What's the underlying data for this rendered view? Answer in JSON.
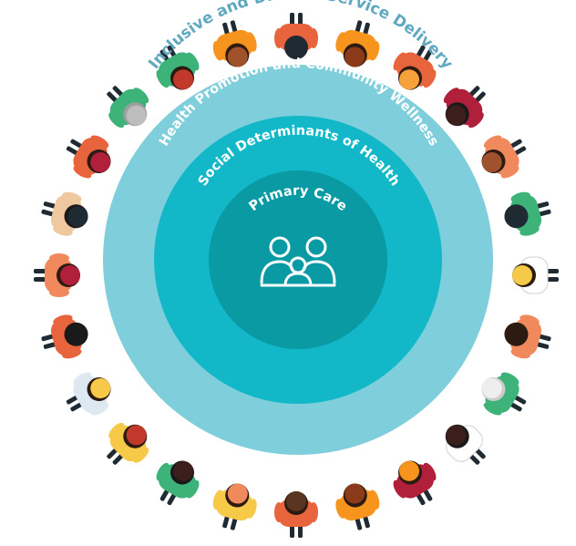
{
  "rings": {
    "outer": {
      "label": "Inclusive and Diverse Service Delivery",
      "color": "#5fa8bf"
    },
    "band1": {
      "label": "Health Promotion and Community Wellness",
      "color": "#7fcedb"
    },
    "band2": {
      "label": "Social Determinants of Health",
      "color": "#12b8c8"
    },
    "core": {
      "label": "Primary Care",
      "color": "#0a9aa3"
    }
  },
  "center_icon": "family-group-icon",
  "people": [
    {
      "shirt": "#3db37a",
      "head": "#c0392b",
      "hair": "#2d1b12"
    },
    {
      "shirt": "#f7941d",
      "head": "#a0522d",
      "hair": "#2d1b12"
    },
    {
      "shirt": "#e8643c",
      "head": "#1f2a33",
      "hair": "#1f2a33"
    },
    {
      "shirt": "#f7941d",
      "head": "#8b3a1a",
      "hair": "#2d1b12"
    },
    {
      "shirt": "#e8643c",
      "head": "#f7a13a",
      "hair": "#2d1b12"
    },
    {
      "shirt": "#b0203a",
      "head": "#3a1f1a",
      "hair": "#1a1a1a"
    },
    {
      "shirt": "#f08a5d",
      "head": "#a0522d",
      "hair": "#2d1b12"
    },
    {
      "shirt": "#3db37a",
      "head": "#1f2a33",
      "hair": "#1f2a33"
    },
    {
      "shirt": "#ffffff",
      "head": "#f7c948",
      "hair": "#2d1b12"
    },
    {
      "shirt": "#f08a5d",
      "head": "#2d1b12",
      "hair": "#2d1b12"
    },
    {
      "shirt": "#3db37a",
      "head": "#eeeeee",
      "hair": "#cccccc"
    },
    {
      "shirt": "#ffffff",
      "head": "#3a1f1a",
      "hair": "#1a1a1a"
    },
    {
      "shirt": "#b0203a",
      "head": "#f7941d",
      "hair": "#2d1b12"
    },
    {
      "shirt": "#f7941d",
      "head": "#8b3a1a",
      "hair": "#2d1b12"
    },
    {
      "shirt": "#e8643c",
      "head": "#5a3520",
      "hair": "#2d1b12"
    },
    {
      "shirt": "#f7c948",
      "head": "#f08a5d",
      "hair": "#2d1b12"
    },
    {
      "shirt": "#3db37a",
      "head": "#3a1f1a",
      "hair": "#1a1a1a"
    },
    {
      "shirt": "#f7c948",
      "head": "#c0392b",
      "hair": "#2d1b12"
    },
    {
      "shirt": "#dde8f0",
      "head": "#f7c948",
      "hair": "#2d1b12"
    },
    {
      "shirt": "#e8643c",
      "head": "#1a1a1a",
      "hair": "#1a1a1a"
    },
    {
      "shirt": "#f08a5d",
      "head": "#b0203a",
      "hair": "#2d1b12"
    },
    {
      "shirt": "#f0c8a0",
      "head": "#1f2a33",
      "hair": "#1a1a1a"
    },
    {
      "shirt": "#e8643c",
      "head": "#b0203a",
      "hair": "#2d1b12"
    },
    {
      "shirt": "#3db37a",
      "head": "#bdbdbd",
      "hair": "#9e9e9e"
    }
  ]
}
